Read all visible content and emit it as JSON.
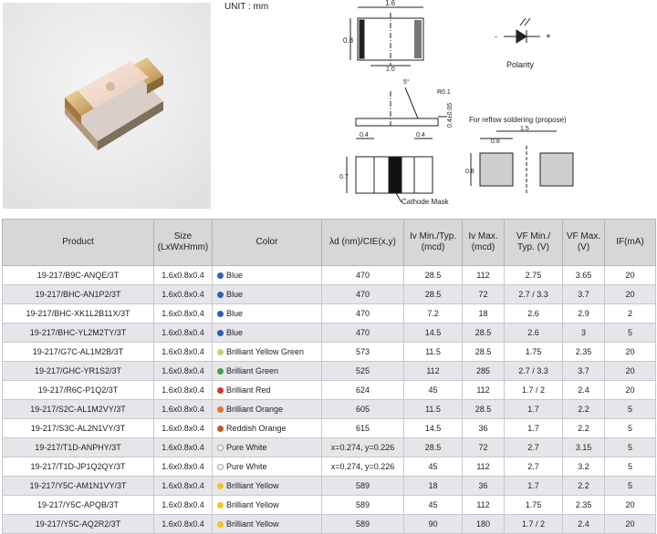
{
  "header": {
    "unit": "UNIT : mm"
  },
  "drawing": {
    "top_width": "1.6",
    "top_height": "0.8",
    "top_inner": "1.0",
    "polarity": "Polarity",
    "angle": "5°",
    "radius": "R0.1",
    "thickness": "0.4±0.05",
    "pad_left": "0.4",
    "pad_right": "0.4",
    "side_height": "0.7",
    "cathode_mask": "Cathode Mask",
    "reflow_title": "For reflow soldering (propose)",
    "reflow_pad": "0.8",
    "reflow_pitch": "1.5",
    "reflow_height": "0.8",
    "plus": "+",
    "minus": "-"
  },
  "table": {
    "headers": {
      "product": "Product",
      "size_l1": "Size",
      "size_l2": "(LxWxHmm)",
      "color": "Color",
      "wavelength": "λd (nm)/CIE(x,y)",
      "iv_min_l1": "Iv Min./Typ.",
      "iv_min_l2": "(mcd)",
      "iv_max_l1": "Iv Max.",
      "iv_max_l2": "(mcd)",
      "vf_min_l1": "VF Min./",
      "vf_min_l2": "Typ. (V)",
      "vf_max_l1": "VF Max.",
      "vf_max_l2": "(V)",
      "if": "IF(mA)"
    },
    "rows": [
      {
        "product": "19-217/B9C-ANQE/3T",
        "size": "1.6x0.8x0.4",
        "color": "Blue",
        "dot": "#2f5fb4",
        "wl": "470",
        "iv": "28.5",
        "ivmax": "112",
        "vf": "2.75",
        "vfmax": "3.65",
        "if": "20"
      },
      {
        "product": "19-217/BHC-AN1P2/3T",
        "size": "1.6x0.8x0.4",
        "color": "Blue",
        "dot": "#2f5fb4",
        "wl": "470",
        "iv": "28.5",
        "ivmax": "72",
        "vf": "2.7 / 3.3",
        "vfmax": "3.7",
        "if": "20"
      },
      {
        "product": "19-217/BHC-XK1L2B11X/3T",
        "size": "1.6x0.8x0.4",
        "color": "Blue",
        "dot": "#2f5fb4",
        "wl": "470",
        "iv": "7.2",
        "ivmax": "18",
        "vf": "2.6",
        "vfmax": "2.9",
        "if": "2"
      },
      {
        "product": "19-217/BHC-YL2M2TY/3T",
        "size": "1.6x0.8x0.4",
        "color": "Blue",
        "dot": "#2f5fb4",
        "wl": "470",
        "iv": "14.5",
        "ivmax": "28.5",
        "vf": "2.6",
        "vfmax": "3",
        "if": "5"
      },
      {
        "product": "19-217/G7C-AL1M2B/3T",
        "size": "1.6x0.8x0.4",
        "color": "Brilliant Yellow Green",
        "dot": "#c9cf6a",
        "wl": "573",
        "iv": "11.5",
        "ivmax": "28.5",
        "vf": "1.75",
        "vfmax": "2.35",
        "if": "20"
      },
      {
        "product": "19-217/GHC-YR1S2/3T",
        "size": "1.6x0.8x0.4",
        "color": "Brilliant Green",
        "dot": "#3fa24a",
        "wl": "525",
        "iv": "112",
        "ivmax": "285",
        "vf": "2.7 / 3.3",
        "vfmax": "3.7",
        "if": "20"
      },
      {
        "product": "19-217/R6C-P1Q2/3T",
        "size": "1.6x0.8x0.4",
        "color": "Brilliant Red",
        "dot": "#d9342b",
        "wl": "624",
        "iv": "45",
        "ivmax": "112",
        "vf": "1.7 / 2",
        "vfmax": "2.4",
        "if": "20"
      },
      {
        "product": "19-217/S2C-AL1M2VY/3T",
        "size": "1.6x0.8x0.4",
        "color": "Brilliant Orange",
        "dot": "#e0782c",
        "wl": "605",
        "iv": "11.5",
        "ivmax": "28.5",
        "vf": "1.7",
        "vfmax": "2.2",
        "if": "5"
      },
      {
        "product": "19-217/S3C-AL2N1VY/3T",
        "size": "1.6x0.8x0.4",
        "color": "Reddish Orange",
        "dot": "#c8552a",
        "wl": "615",
        "iv": "14.5",
        "ivmax": "36",
        "vf": "1.7",
        "vfmax": "2.2",
        "if": "5"
      },
      {
        "product": "19-217/T1D-ANPHY/3T",
        "size": "1.6x0.8x0.4",
        "color": "Pure White",
        "dot": "#ffffff",
        "wl": "x=0.274, y=0.226",
        "iv": "28.5",
        "ivmax": "72",
        "vf": "2.7",
        "vfmax": "3.15",
        "if": "5"
      },
      {
        "product": "19-217/T1D-JP1Q2QY/3T",
        "size": "1.6x0.8x0.4",
        "color": "Pure White",
        "dot": "#ffffff",
        "wl": "x=0.274, y=0.226",
        "iv": "45",
        "ivmax": "112",
        "vf": "2.7",
        "vfmax": "3.2",
        "if": "5"
      },
      {
        "product": "19-217/Y5C-AM1N1VY/3T",
        "size": "1.6x0.8x0.4",
        "color": "Brilliant Yellow",
        "dot": "#f2c623",
        "wl": "589",
        "iv": "18",
        "ivmax": "36",
        "vf": "1.7",
        "vfmax": "2.2",
        "if": "5"
      },
      {
        "product": "19-217/Y5C-APQB/3T",
        "size": "1.6x0.8x0.4",
        "color": "Brilliant Yellow",
        "dot": "#f2c623",
        "wl": "589",
        "iv": "45",
        "ivmax": "112",
        "vf": "1.75",
        "vfmax": "2.35",
        "if": "20"
      },
      {
        "product": "19-217/Y5C-AQ2R2/3T",
        "size": "1.6x0.8x0.4",
        "color": "Brilliant Yellow",
        "dot": "#f2c623",
        "wl": "589",
        "iv": "90",
        "ivmax": "180",
        "vf": "1.7 / 2",
        "vfmax": "2.4",
        "if": "20"
      }
    ]
  }
}
